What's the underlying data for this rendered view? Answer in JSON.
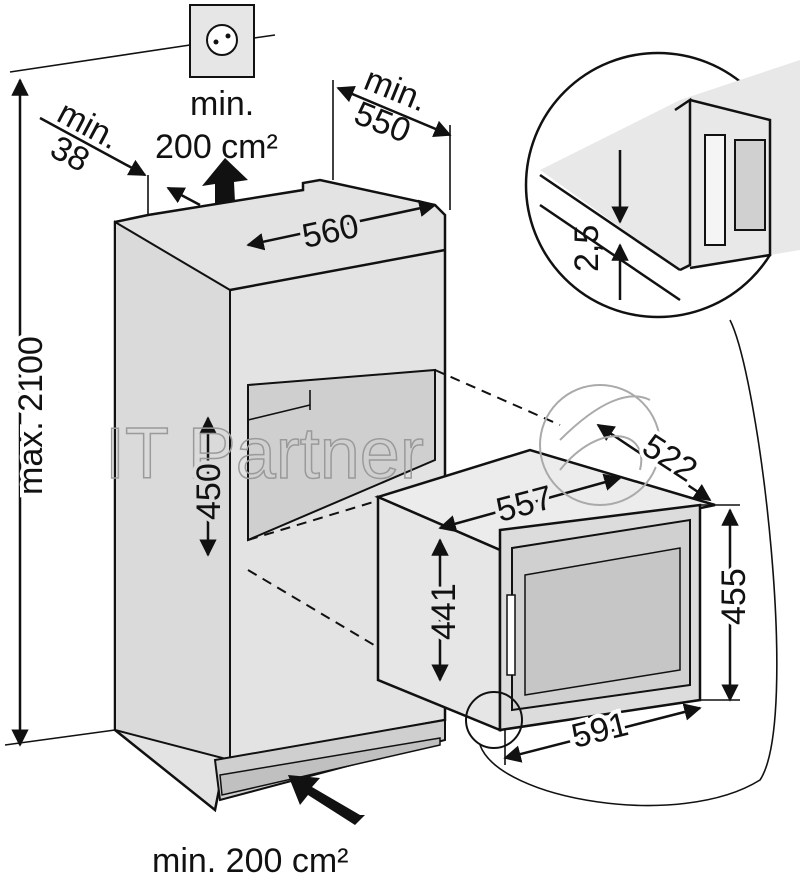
{
  "diagram": {
    "top_vent": {
      "label_line1": "min.",
      "label_line2": "200 cm²"
    },
    "bottom_vent": {
      "label": "min. 200 cm²"
    },
    "dimensions": {
      "side_gap": {
        "line1": "min.",
        "line2": "38"
      },
      "depth": {
        "line1": "min.",
        "line2": "550"
      },
      "niche_width": "560",
      "gap_detail": "2,5",
      "max_height": "max. 2100",
      "niche_height": "450",
      "appliance_depth": "522",
      "appliance_width": "557",
      "appliance_height": "441",
      "front_height": "455",
      "front_width": "591"
    },
    "watermark": "IT Partner",
    "colors": {
      "cabinet": "#e3e3e3",
      "niche": "#d0d0d0",
      "line": "#111111"
    }
  }
}
